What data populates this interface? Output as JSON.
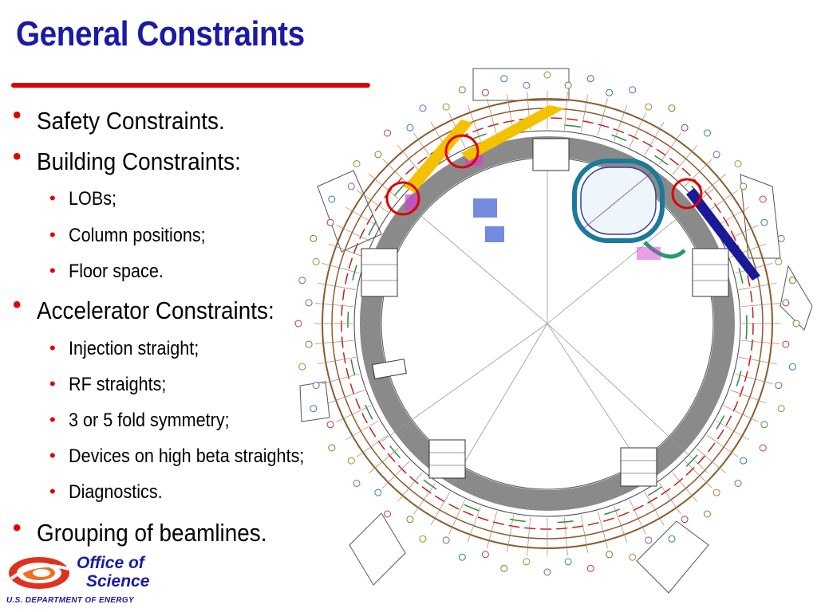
{
  "slide": {
    "title": "General Constraints"
  },
  "bullets": [
    {
      "text": "Safety Constraints.",
      "level": 1
    },
    {
      "text": "Building Constraints:",
      "level": 1
    },
    {
      "text": "LOBs;",
      "level": 2
    },
    {
      "text": "Column positions;",
      "level": 2
    },
    {
      "text": "Floor space.",
      "level": 2
    },
    {
      "text": "Accelerator Constraints:",
      "level": 1
    },
    {
      "text": "Injection straight;",
      "level": 2
    },
    {
      "text": "RF straights;",
      "level": 2
    },
    {
      "text": "3 or 5 fold symmetry;",
      "level": 2
    },
    {
      "text": "Devices on high beta straights;",
      "level": 2
    },
    {
      "text": "Diagnostics.",
      "level": 2
    },
    {
      "text": "Grouping of beamlines.",
      "level": 1
    }
  ],
  "logo": {
    "line1": "Office of",
    "line2": "Science",
    "subtitle": "U.S. DEPARTMENT OF ENERGY"
  },
  "colors": {
    "title": "#1a1aa6",
    "accent_red": "#e00000",
    "ring_gray": "#8a8a8a",
    "beam_yellow": "#f2c200",
    "beam_blue": "#1a1a99"
  }
}
